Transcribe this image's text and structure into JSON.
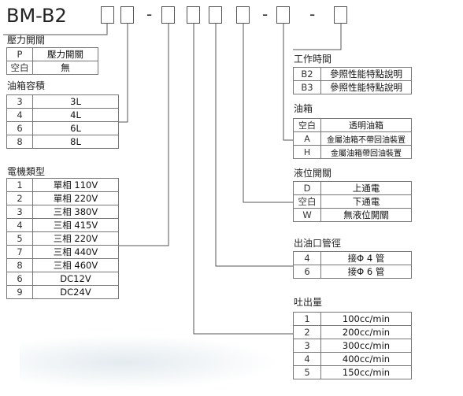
{
  "model_prefix": "BM-B2",
  "separator": "-",
  "pressure_switch": {
    "title": "壓力開關",
    "rows": [
      {
        "code": "P",
        "desc": "壓力開關"
      },
      {
        "code": "空白",
        "desc": "無"
      }
    ]
  },
  "tank_capacity": {
    "title": "油箱容積",
    "rows": [
      {
        "code": "3",
        "desc": "3L"
      },
      {
        "code": "4",
        "desc": "4L"
      },
      {
        "code": "6",
        "desc": "6L"
      },
      {
        "code": "8",
        "desc": "8L"
      }
    ]
  },
  "motor_type": {
    "title": "電機類型",
    "rows": [
      {
        "code": "1",
        "desc": "單相 110V"
      },
      {
        "code": "2",
        "desc": "單相 220V"
      },
      {
        "code": "3",
        "desc": "三相 380V"
      },
      {
        "code": "4",
        "desc": "三相 415V"
      },
      {
        "code": "5",
        "desc": "三相 220V"
      },
      {
        "code": "7",
        "desc": "三相 440V"
      },
      {
        "code": "8",
        "desc": "三相 460V"
      },
      {
        "code": "6",
        "desc": "DC12V"
      },
      {
        "code": "9",
        "desc": "DC24V"
      }
    ]
  },
  "working_time": {
    "title": "工作時間",
    "rows": [
      {
        "code": "B2",
        "desc": "參照性能特點說明"
      },
      {
        "code": "B3",
        "desc": "參照性能特點說明"
      }
    ]
  },
  "oil_tank": {
    "title": "油箱",
    "rows": [
      {
        "code": "空白",
        "desc": "透明油箱"
      },
      {
        "code": "A",
        "desc": "金屬油箱不帶回油裝置"
      },
      {
        "code": "H",
        "desc": "金屬油箱帶回油裝置"
      }
    ]
  },
  "level_switch": {
    "title": "液位開關",
    "rows": [
      {
        "code": "D",
        "desc": "上通電"
      },
      {
        "code": "空白",
        "desc": "下通電"
      },
      {
        "code": "W",
        "desc": "無液位開關"
      }
    ]
  },
  "outlet_pipe": {
    "title": "出油口管徑",
    "rows": [
      {
        "code": "4",
        "desc": "接Φ 4 管"
      },
      {
        "code": "6",
        "desc": "接Φ 6 管"
      }
    ]
  },
  "displacement": {
    "title": "吐出量",
    "rows": [
      {
        "code": "1",
        "desc": "100cc/min"
      },
      {
        "code": "2",
        "desc": "200cc/min"
      },
      {
        "code": "3",
        "desc": "300cc/min"
      },
      {
        "code": "4",
        "desc": "400cc/min"
      },
      {
        "code": "5",
        "desc": "150cc/min"
      }
    ]
  }
}
